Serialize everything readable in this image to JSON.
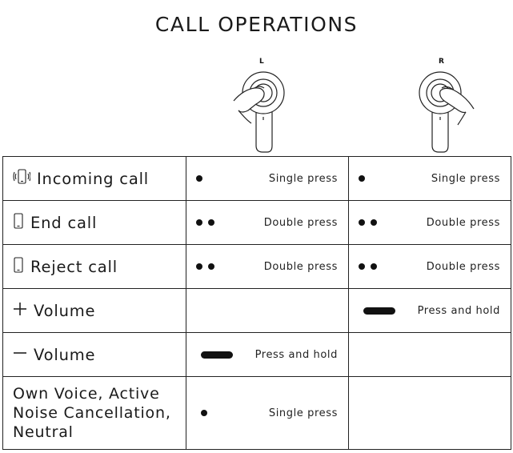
{
  "title": "CALL OPERATIONS",
  "earbuds": {
    "left_label": "L",
    "right_label": "R"
  },
  "rows": [
    {
      "function": "Incoming call",
      "icon": "phone-ringing-icon",
      "left": {
        "gesture": "single-dot",
        "label": "Single press"
      },
      "right": {
        "gesture": "single-dot",
        "label": "Single press"
      }
    },
    {
      "function": "End call",
      "icon": "phone-icon",
      "left": {
        "gesture": "double-dot",
        "label": "Double press"
      },
      "right": {
        "gesture": "double-dot",
        "label": "Double press"
      }
    },
    {
      "function": "Reject call",
      "icon": "phone-icon",
      "left": {
        "gesture": "double-dot",
        "label": "Double press"
      },
      "right": {
        "gesture": "double-dot",
        "label": "Double press"
      }
    },
    {
      "function": "Volume",
      "icon": "plus-icon",
      "left": null,
      "right": {
        "gesture": "long-bar",
        "label": "Press and hold"
      }
    },
    {
      "function": "Volume",
      "icon": "minus-icon",
      "left": {
        "gesture": "long-bar",
        "label": "Press and hold"
      },
      "right": null
    },
    {
      "function_lines": [
        "Own Voice, Active",
        "Noise Cancellation,",
        "Neutral"
      ],
      "left": {
        "gesture": "single-dot",
        "label": "Single press"
      },
      "right": null
    }
  ]
}
